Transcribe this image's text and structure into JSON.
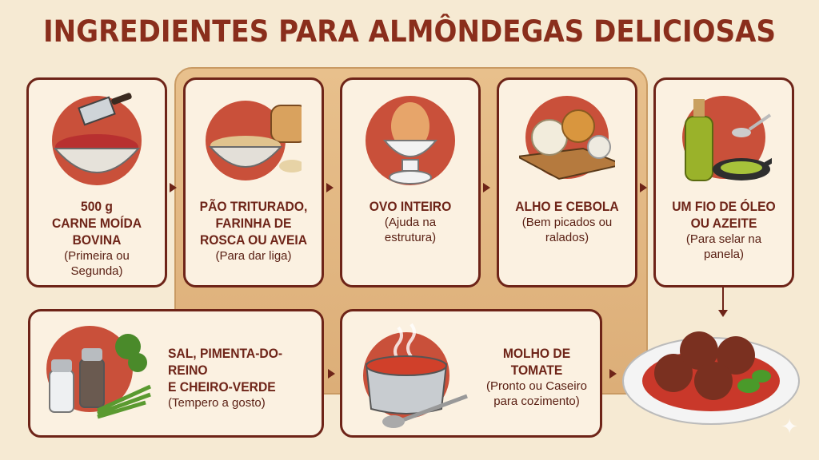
{
  "title": "INGREDIENTES PARA ALMÔNDEGAS DELICIOSAS",
  "colors": {
    "accent": "#8a2e1c",
    "circle": "#c9503a",
    "background": "#f6ead3",
    "card": "#fbf1e1",
    "board": "#e0b37c"
  },
  "ingredients": [
    {
      "icon": "ground-beef-bowl-icon",
      "heading": [
        "500 g",
        "CARNE MOÍDA",
        "BOVINA"
      ],
      "note": [
        "(Primeira ou",
        "Segunda)"
      ]
    },
    {
      "icon": "breadcrumbs-bread-icon",
      "heading": [
        "PÃO TRITURADO,",
        "FARINHA DE",
        "ROSCA OU AVEIA"
      ],
      "note": [
        "(Para dar liga)"
      ]
    },
    {
      "icon": "egg-cup-icon",
      "heading": [
        "OVO INTEIRO"
      ],
      "note": [
        "(Ajuda na",
        "estrutura)"
      ]
    },
    {
      "icon": "garlic-onion-icon",
      "heading": [
        "ALHO E CEBOLA"
      ],
      "note": [
        "(Bem picados ou",
        "ralados)"
      ]
    },
    {
      "icon": "olive-oil-pan-icon",
      "heading": [
        "UM FIO DE ÓLEO",
        "OU AZEITE"
      ],
      "note": [
        "(Para selar na",
        "panela)"
      ]
    },
    {
      "icon": "salt-pepper-herbs-icon",
      "heading": [
        "SAL, PIMENTA-DO-REINO",
        "E CHEIRO-VERDE"
      ],
      "note": [
        "(Tempero a gosto)"
      ]
    },
    {
      "icon": "tomato-sauce-pot-icon",
      "heading": [
        "MOLHO DE TOMATE"
      ],
      "note": [
        "(Pronto ou Caseiro",
        "para cozimento)"
      ]
    }
  ],
  "result_icon": "meatballs-plate-icon"
}
